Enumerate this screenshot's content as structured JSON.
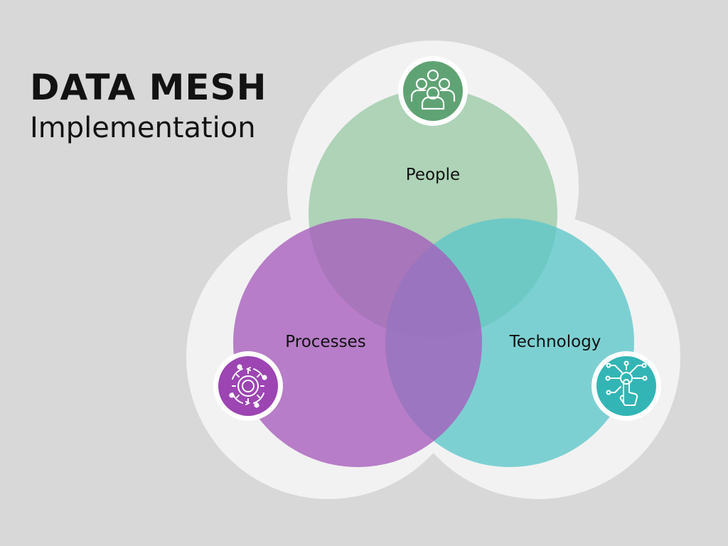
{
  "title": {
    "main": "DATA MESH",
    "subtitle": "Implementation"
  },
  "diagram": {
    "circles": [
      {
        "id": "people",
        "label": "People",
        "color": "#9fcca9",
        "icon": "people-group-icon",
        "icon_color": "#5fa374"
      },
      {
        "id": "processes",
        "label": "Processes",
        "color": "#a65cbd",
        "icon": "gear-cycle-icon",
        "icon_color": "#9c45b3"
      },
      {
        "id": "technology",
        "label": "Technology",
        "color": "#5cc6c9",
        "icon": "touch-circuit-icon",
        "icon_color": "#33b5b5"
      }
    ],
    "halo_color": "#f2f2f2",
    "background_color": "#d8d8d8"
  }
}
